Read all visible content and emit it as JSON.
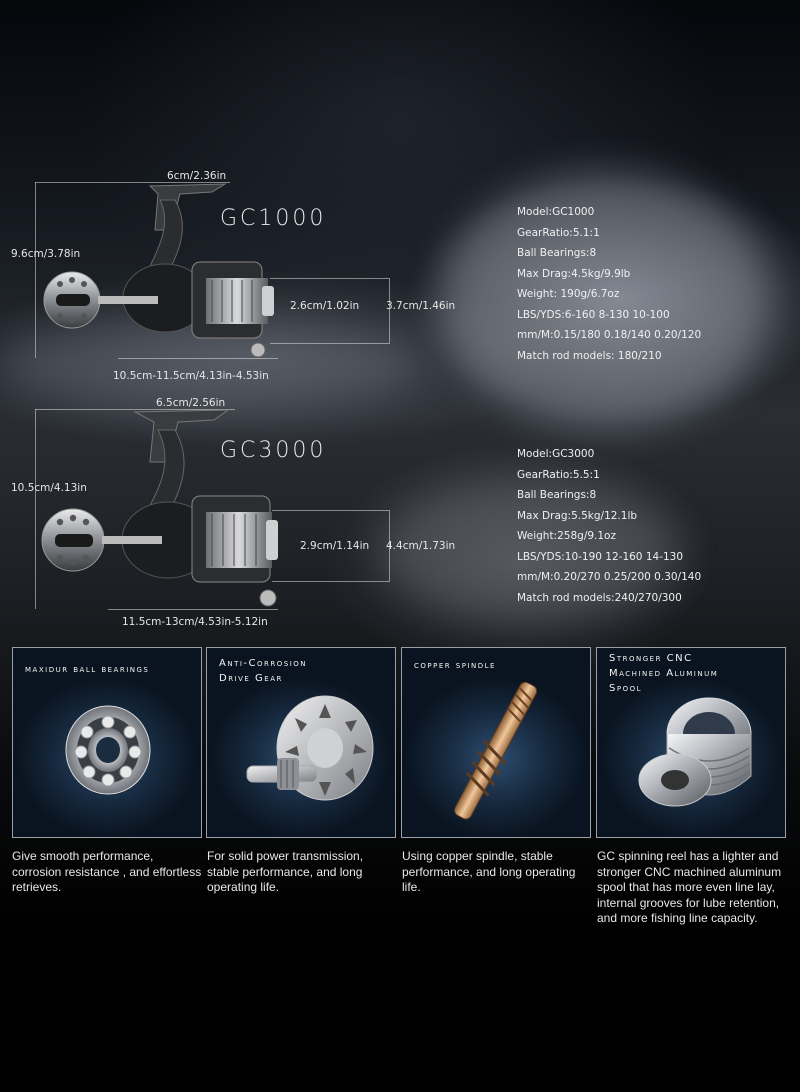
{
  "gc1000": {
    "model": "GC1000",
    "dims": {
      "width_top": "6cm/2.36in",
      "height_left": "9.6cm/3.78in",
      "spool_dia": "2.6cm/1.02in",
      "spool_h": "3.7cm/1.46in",
      "length_bottom": "10.5cm-11.5cm/4.13in-4.53in"
    },
    "specs": [
      "Model:GC1000",
      "GearRatio:5.1:1",
      "Ball Bearings:8",
      "Max Drag:4.5kg/9.9lb",
      "Weight: 190g/6.7oz",
      "LBS/YDS:6-160  8-130  10-100",
      "mm/M:0.15/180  0.18/140  0.20/120",
      "Match rod models: 180/210"
    ]
  },
  "gc3000": {
    "model": "GC3000",
    "dims": {
      "width_top": "6.5cm/2.56in",
      "height_left": "10.5cm/4.13in",
      "spool_dia": "2.9cm/1.14in",
      "spool_h": "4.4cm/1.73in",
      "length_bottom": "11.5cm-13cm/4.53in-5.12in"
    },
    "specs": [
      "Model:GC3000",
      "GearRatio:5.5:1",
      "Ball Bearings:8",
      "Max Drag:5.5kg/12.1lb",
      "Weight:258g/9.1oz",
      "LBS/YDS:10-190  12-160  14-130",
      "mm/M:0.20/270  0.25/200  0.30/140",
      "Match rod models:240/270/300"
    ]
  },
  "features": [
    {
      "title": "maxidur ball bearings",
      "desc": "Give smooth performance, corrosion resistance , and effortless retrieves.",
      "icon": "ball-bearing-icon"
    },
    {
      "title": "Anti-Corrosion Drive Gear",
      "desc": "For solid power transmission, stable performance, and long operating life.",
      "icon": "drive-gear-icon"
    },
    {
      "title": "copper spindle",
      "desc": "Using copper spindle, stable performance, and long operating life.",
      "icon": "copper-spindle-icon"
    },
    {
      "title": "Stronger CNC Machined Aluminum Spool",
      "desc": "GC spinning reel has a lighter and stronger CNC machined aluminum spool that has more even line lay, internal grooves for lube retention, and more fishing line capacity.",
      "icon": "aluminum-spool-icon"
    }
  ],
  "colors": {
    "panel_bg": "#172a40",
    "panel_border": "#9aa0a8",
    "copper": "#c58a55",
    "text": "#e8e8e8"
  }
}
